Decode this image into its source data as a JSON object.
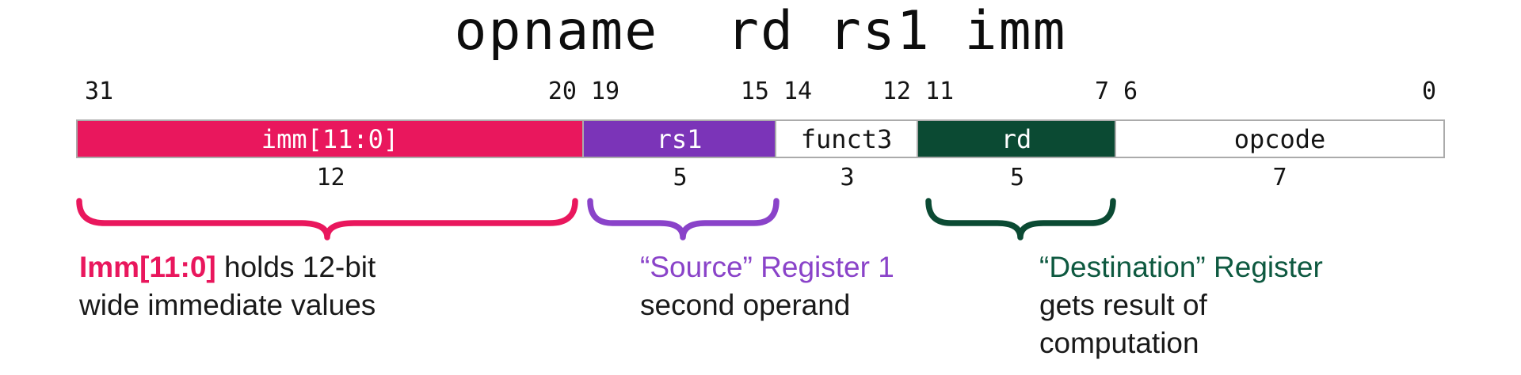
{
  "title": "opname  rd rs1 imm",
  "colors": {
    "pink": "#e9175d",
    "purple": "#7b34b8",
    "purple-bright": "#8a43c9",
    "green": "#0b4a33",
    "green-text": "#0e5940",
    "border-gray": "#ababab"
  },
  "fields": [
    {
      "name": "imm",
      "label": "imm[11:0]",
      "hi": "31",
      "lo": "20",
      "bits": "12"
    },
    {
      "name": "rs1",
      "label": "rs1",
      "hi": "19",
      "lo": "15",
      "bits": "5"
    },
    {
      "name": "funct3",
      "label": "funct3",
      "hi": "14",
      "lo": "12",
      "bits": "3"
    },
    {
      "name": "rd",
      "label": "rd",
      "hi": "11",
      "lo": "7",
      "bits": "5"
    },
    {
      "name": "opcode",
      "label": "opcode",
      "hi": "6",
      "lo": "0",
      "bits": "7"
    }
  ],
  "annotations": {
    "imm": {
      "highlight": "Imm[11:0]",
      "rest": " holds 12-bit",
      "line2": "wide immediate values"
    },
    "rs1": {
      "highlight": "“Source” Register 1",
      "line2": "second operand"
    },
    "rd": {
      "highlight": "“Destination” Register",
      "line2": "gets result of",
      "line3": "computation"
    }
  }
}
